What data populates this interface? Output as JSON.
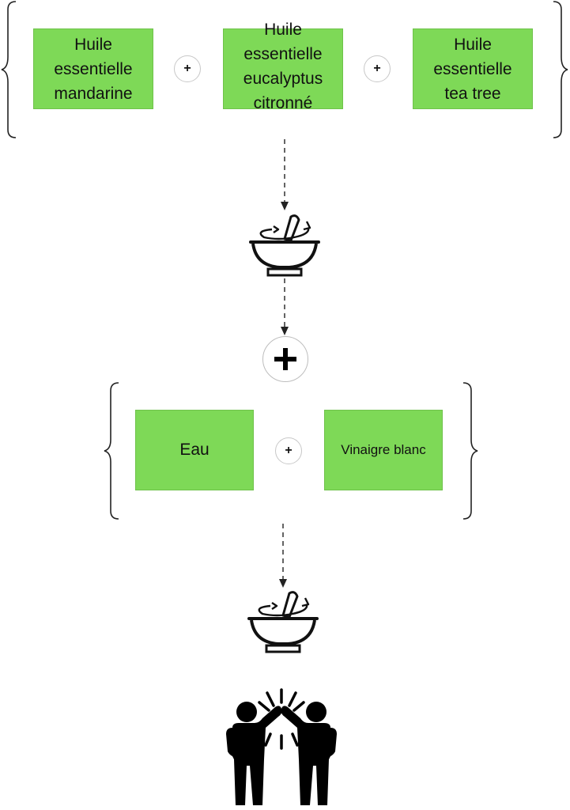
{
  "group1": {
    "ingredients": [
      {
        "lines": [
          "Huile",
          "essentielle",
          "mandarine"
        ]
      },
      {
        "lines": [
          "Huile",
          "essentielle",
          "eucalyptus",
          "citronné"
        ]
      },
      {
        "lines": [
          "Huile",
          "essentielle",
          "tea tree"
        ]
      }
    ],
    "operator": "+"
  },
  "group2": {
    "ingredients": [
      {
        "label": "Eau"
      },
      {
        "label": "Vinaigre blanc"
      }
    ],
    "operator": "+"
  },
  "icons": {
    "mix_step_1": "mortar-pestle-mixing-icon",
    "combine": "plus-circle-icon",
    "mix_step_2": "mortar-pestle-mixing-icon",
    "result": "high-five-people-icon"
  },
  "colors": {
    "box_fill": "#7ed957",
    "line": "#222222"
  }
}
